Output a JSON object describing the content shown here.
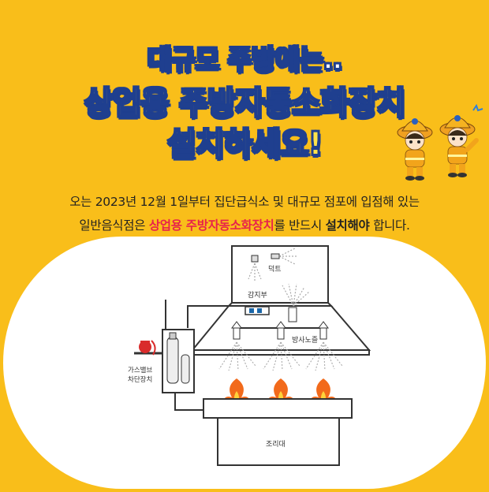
{
  "headline": {
    "line1": "대규모 주방에는..",
    "line2": "상업용 주방자동소화장치",
    "line3": "설치하세요!"
  },
  "description": {
    "line1": "오는 2023년 12월 1일부터 집단급식소 및 대규모 점포에 입점해 있는",
    "line2_prefix": "일반음식점은 ",
    "line2_highlight": "상업용 주방자동소화장치",
    "line2_mid": "를 반드시 ",
    "line2_bold": "설치해야",
    "line2_suffix": " 합니다."
  },
  "diagram": {
    "labels": {
      "duct": "덕트",
      "detector": "감지부",
      "nozzle": "방사노즐",
      "gas_valve_line1": "가스밸브",
      "gas_valve_line2": "차단장치",
      "stove": "조리대"
    }
  },
  "colors": {
    "background": "#F9BE1A",
    "title_outline": "#1F3F8F",
    "title_yellow": "#FFE24A",
    "highlight": "#E8234B"
  }
}
